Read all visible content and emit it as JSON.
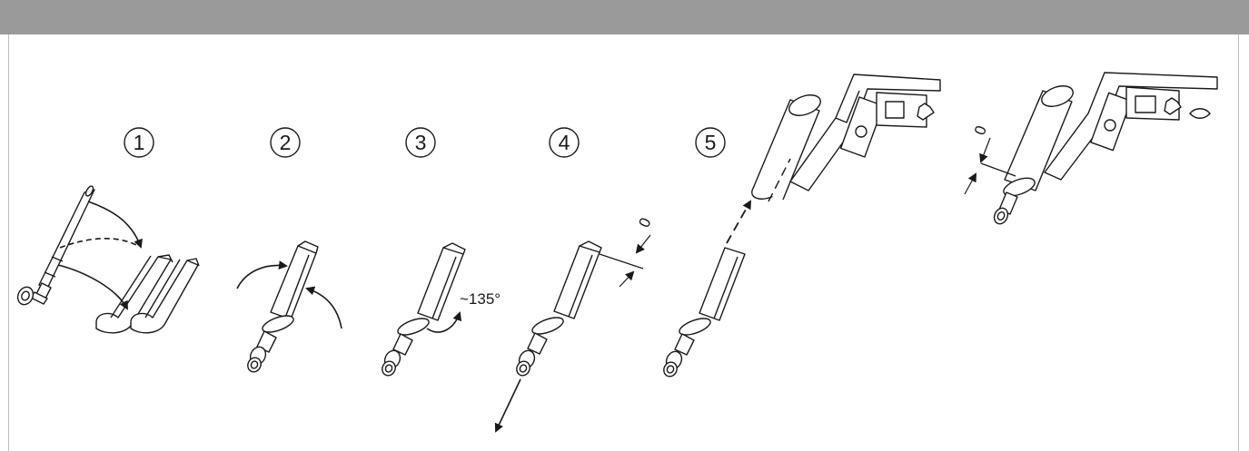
{
  "steps": [
    {
      "number": "1",
      "icon": "pin-and-sleeve-halves-icon"
    },
    {
      "number": "2",
      "icon": "closing-sleeve-icon"
    },
    {
      "number": "3",
      "icon": "rotate-sleeve-icon"
    },
    {
      "number": "4",
      "icon": "pull-pin-icon"
    },
    {
      "number": "5",
      "icon": "insert-into-hinge-icon"
    }
  ],
  "annotations": {
    "rotation_angle": "~135°",
    "gap_step4": "0",
    "gap_step5": "0"
  },
  "colors": {
    "header_bar": "#9a9a9a",
    "frame_border": "#bdbdbd",
    "line_art": "#1a1a1a"
  }
}
